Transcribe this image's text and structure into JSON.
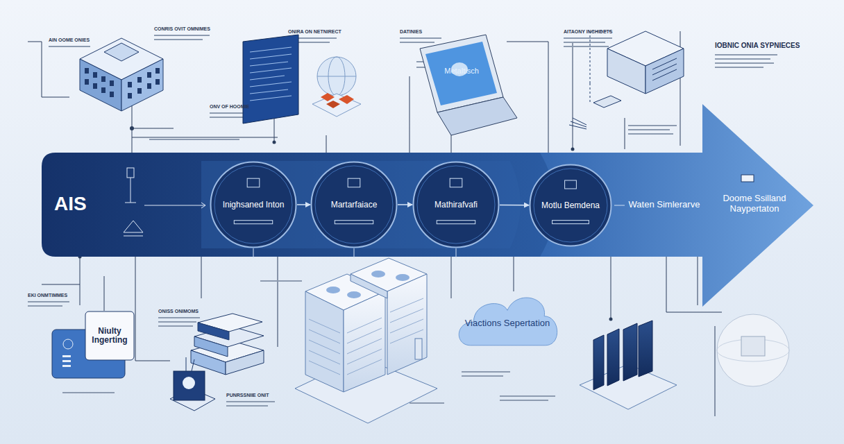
{
  "diagram": {
    "title": "IOBNIC ONIA SYPNIECES",
    "nodes": [
      {
        "text": [
          "Inighsaned Inton"
        ]
      },
      {
        "text": [
          "Martarfaiace"
        ]
      },
      {
        "text": [
          "Mathirafvafi"
        ]
      },
      {
        "text": [
          "Motlu Bemdena"
        ]
      },
      {
        "text": [
          "Niulty Ingerting"
        ]
      },
      {
        "text": [
          "Viactions Sepertation"
        ]
      }
    ],
    "edges": [
      {
        "from": 0,
        "to": 1,
        "arrow": "to"
      },
      {
        "from": 1,
        "to": 2,
        "arrow": "to"
      },
      {
        "from": 2,
        "to": 3,
        "arrow": "to"
      }
    ],
    "labels": [
      "AIS",
      "Waten Simlerarve",
      "Doome Ssilland Naypertaton",
      "AIN OOME ONIES",
      "CONRIS OVIT OMNIMES",
      "ONV OF HOOMIE",
      "ONIRA ON NETNIRECT",
      "DATINIES",
      "AITAONY INCHIDETS",
      "EKI ONMTIMMES",
      "ONISS ONIMOMS",
      "PUNRSSNIIE ONIT",
      "Metaltisch"
    ]
  }
}
